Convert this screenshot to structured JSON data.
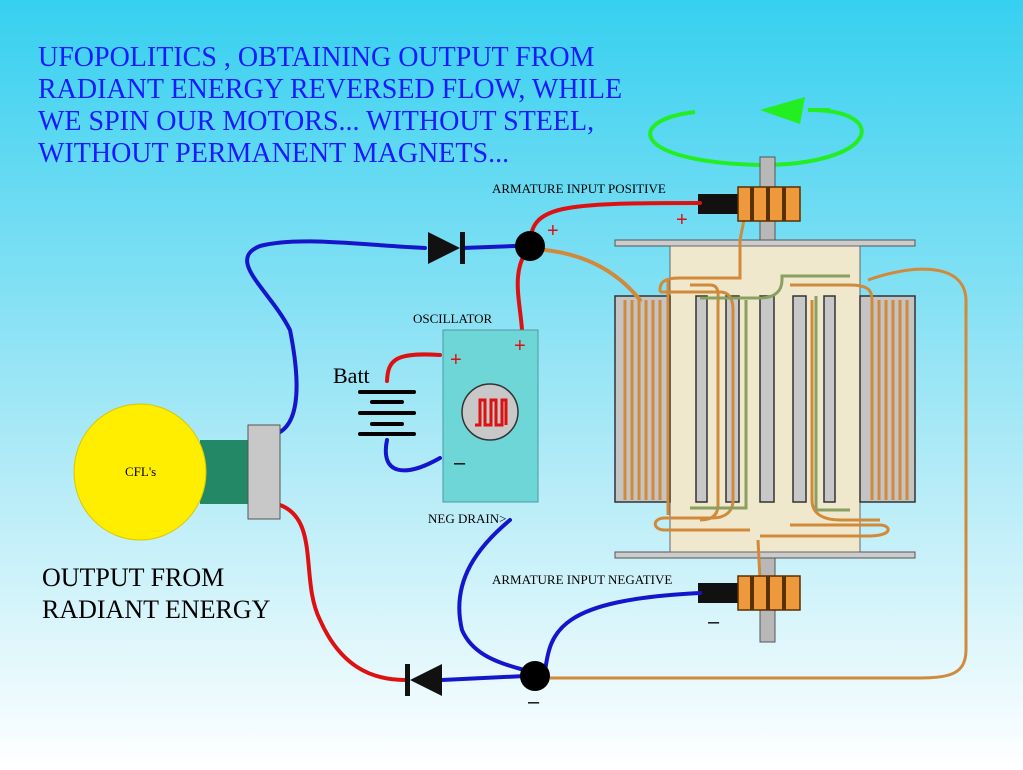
{
  "title_lines": [
    "UFOPOLITICS , OBTAINING OUTPUT FROM",
    "RADIANT ENERGY REVERSED FLOW, WHILE",
    "WE SPIN OUR MOTORS... WITHOUT STEEL,",
    "WITHOUT PERMANENT MAGNETS..."
  ],
  "labels": {
    "armature_pos": "ARMATURE INPUT POSITIVE",
    "armature_neg": "ARMATURE INPUT NEGATIVE",
    "oscillator": "OSCILLATOR",
    "neg_drain": "NEG DRAIN>",
    "batt": "Batt",
    "cfl": "CFL's",
    "output_line1": "OUTPUT FROM",
    "output_line2": "RADIANT ENERGY"
  },
  "signs": {
    "plus": "+",
    "minus": "–"
  },
  "colors": {
    "title_text": "#1a1aff",
    "wire_positive": "#dd1111",
    "wire_negative": "#1515cc",
    "wire_coil": "#d08a3a",
    "wire_winding_green": "#8aa060",
    "spin_arrow": "#22ee22",
    "oscillator_body": "#6fd6d8",
    "cfl_bulb": "#ffee00",
    "cfl_base": "#228866",
    "pulse_symbol": "#dd1111",
    "background_top": "#3dd3f2",
    "background_bottom": "#ffffff"
  },
  "icons": {
    "diode": "diode-icon",
    "battery": "battery-icon",
    "pulse": "square-wave-icon",
    "bulb": "cfl-bulb-icon",
    "rotation": "rotation-arrow-icon",
    "brush": "brush-icon"
  }
}
